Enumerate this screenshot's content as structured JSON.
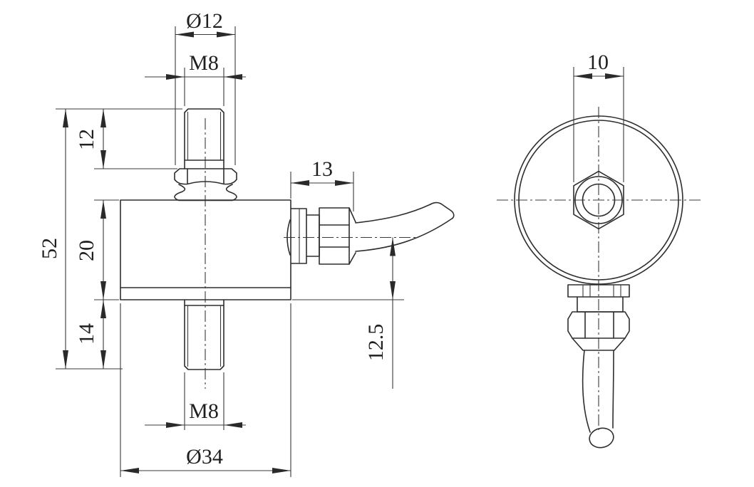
{
  "drawing": {
    "type": "engineering-drawing",
    "views": {
      "front": {
        "labels": {
          "top_diameter": "Ø12",
          "top_thread": "M8",
          "top_stud_length": "12",
          "overall_height": "52",
          "body_height": "20",
          "bottom_stud_length": "14",
          "gland_length": "13",
          "cable_center_offset": "12.5",
          "bottom_thread": "M8",
          "body_diameter": "Ø34"
        }
      },
      "side": {
        "labels": {
          "stud_across_flats": "10"
        }
      }
    },
    "colors": {
      "line": "#2e2e2e",
      "dimension_line": "#3a3a3a",
      "text": "#1f1f1f",
      "background": "#ffffff"
    }
  }
}
